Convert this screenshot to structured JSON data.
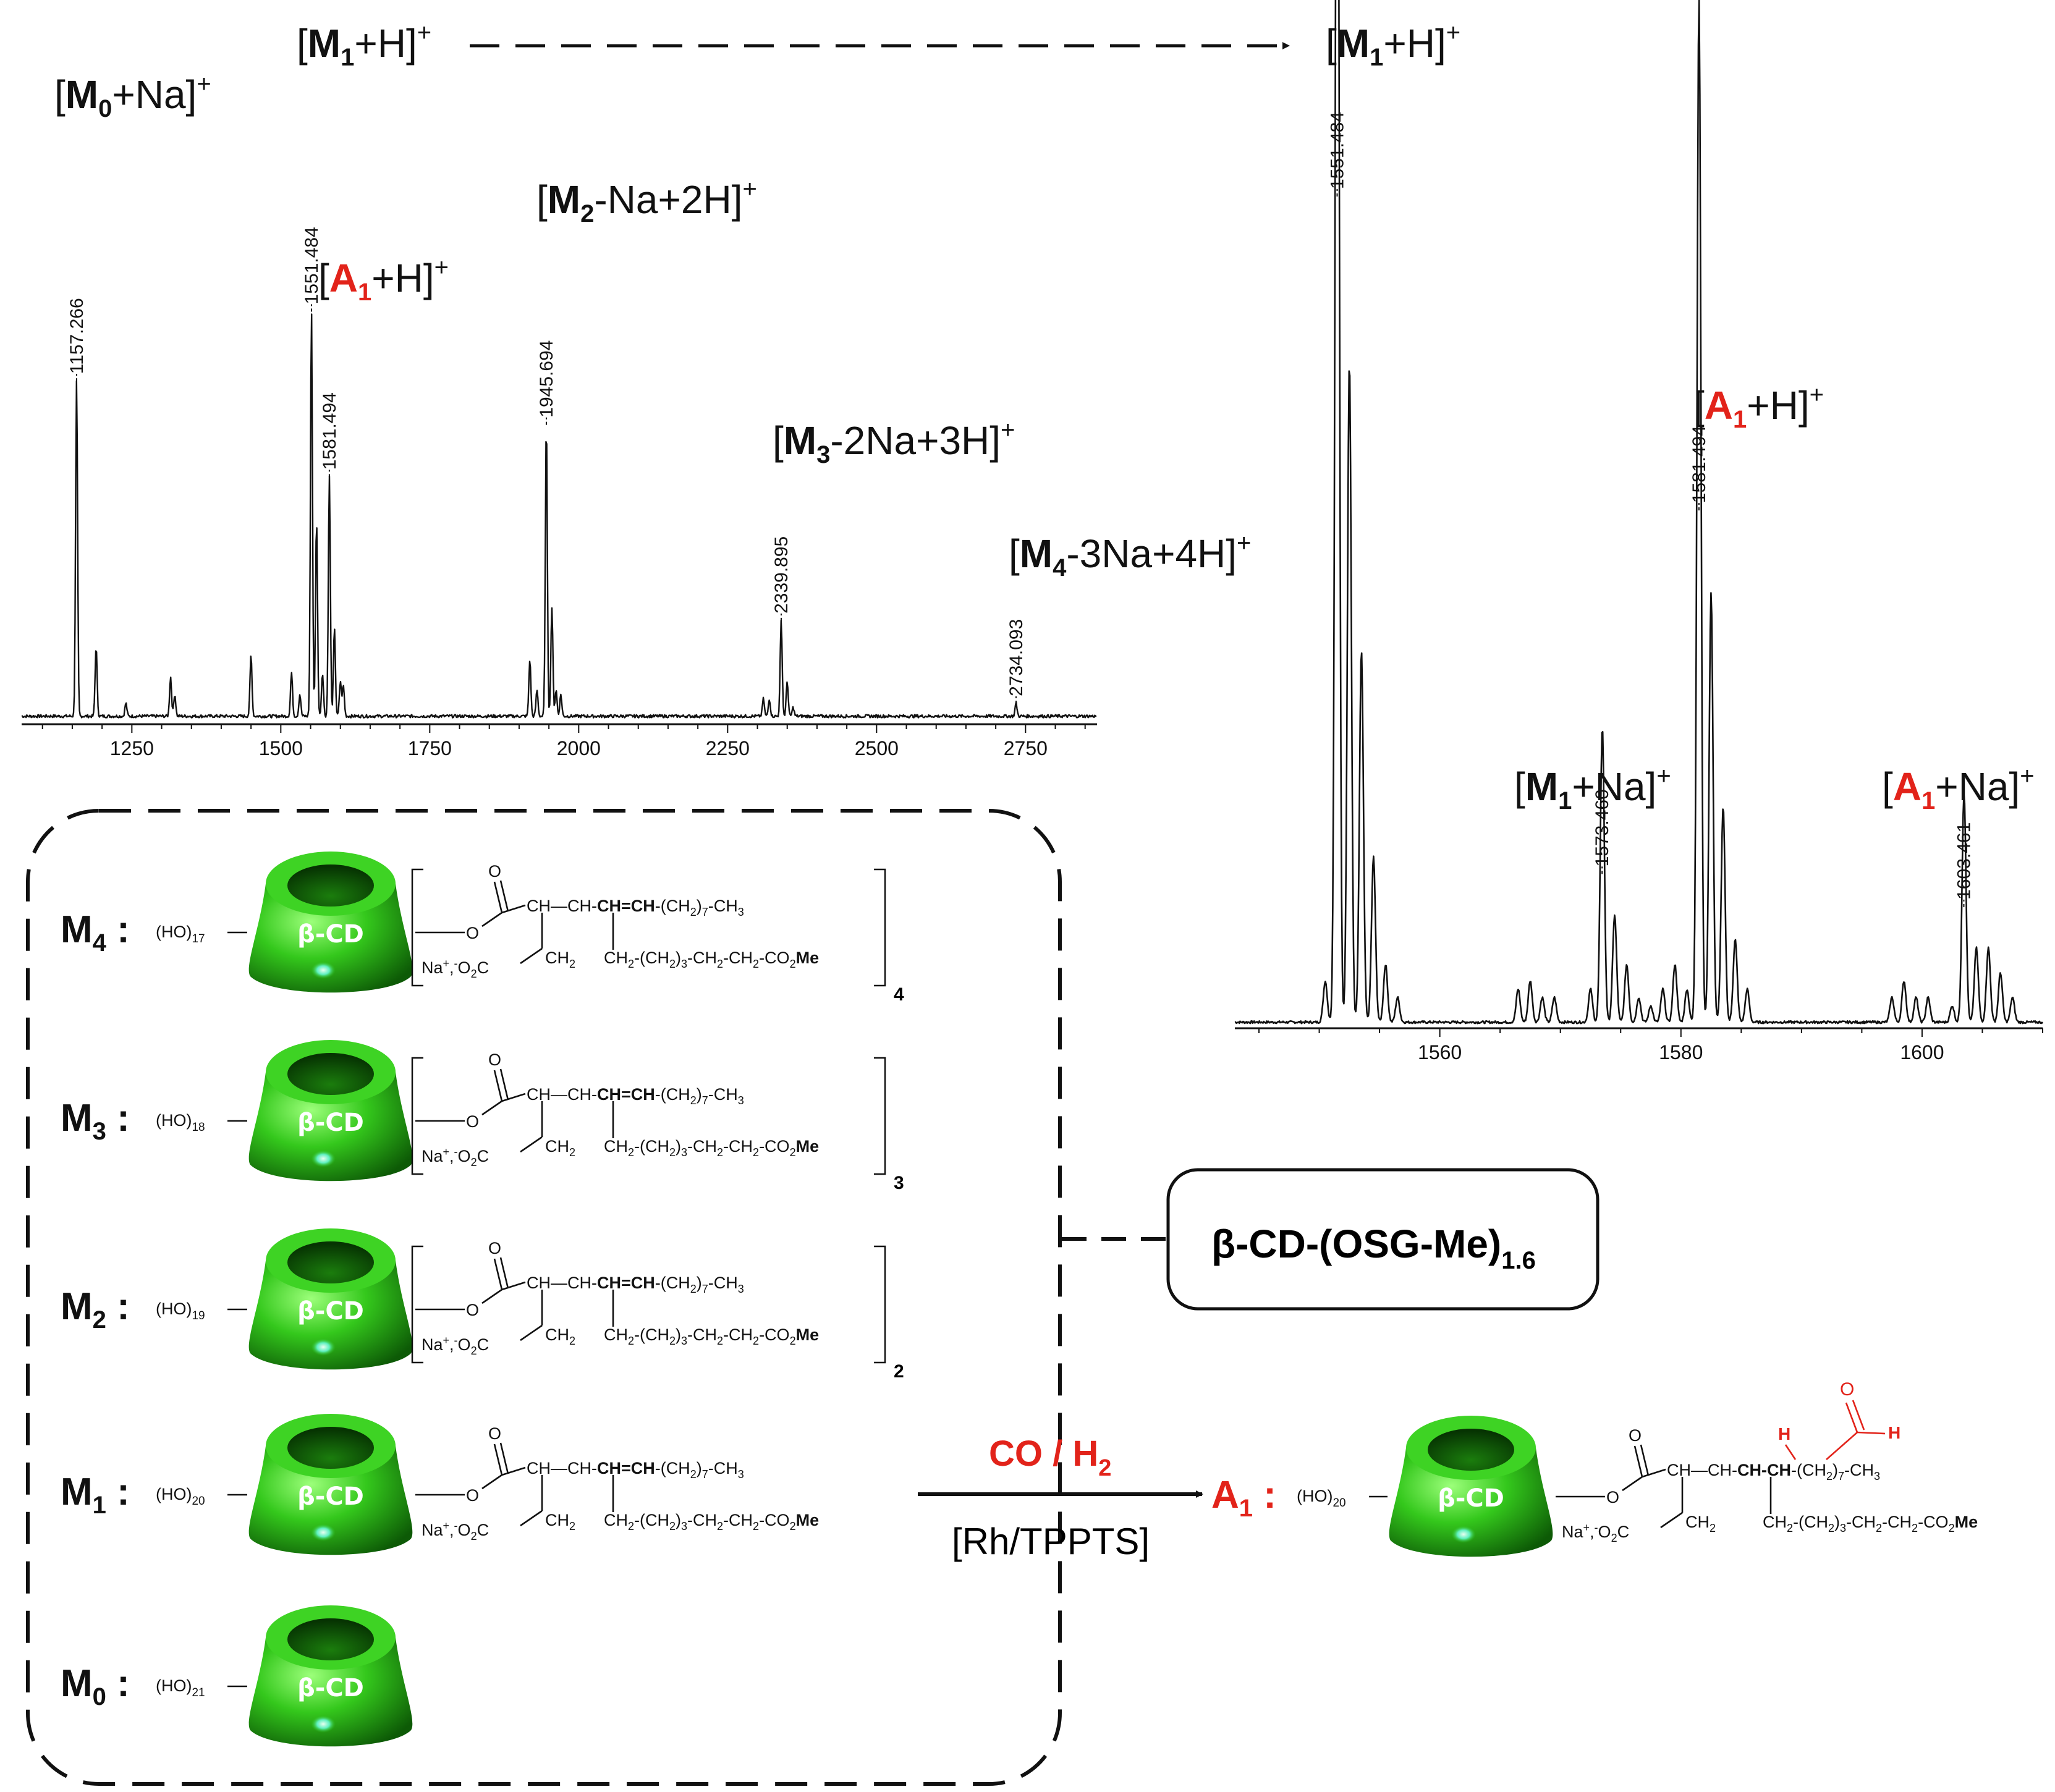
{
  "chart_data": [
    {
      "type": "line",
      "xlim": [
        1065,
        2870
      ],
      "x_ticks": [
        "1250",
        "1500",
        "1750",
        "2000",
        "2250",
        "2500",
        "2750"
      ],
      "peaks": [
        {
          "x": 1157.266,
          "rel": 0.77,
          "label": "1157.266"
        },
        {
          "x": 1551.484,
          "rel": 0.93,
          "label": "1551.484"
        },
        {
          "x": 1581.494,
          "rel": 0.55,
          "label": "1581.494"
        },
        {
          "x": 1945.694,
          "rel": 0.67,
          "label": "1945.694"
        },
        {
          "x": 2339.895,
          "rel": 0.22,
          "label": "2339.895"
        },
        {
          "x": 2734.093,
          "rel": 0.03,
          "label": "2734.093"
        }
      ],
      "minor_peaks": [
        {
          "x": 1190,
          "rel": 0.16
        },
        {
          "x": 1240,
          "rel": 0.03
        },
        {
          "x": 1315,
          "rel": 0.09
        },
        {
          "x": 1322,
          "rel": 0.05
        },
        {
          "x": 1450,
          "rel": 0.14
        },
        {
          "x": 1518,
          "rel": 0.1
        },
        {
          "x": 1532,
          "rel": 0.05
        },
        {
          "x": 1560,
          "rel": 0.45
        },
        {
          "x": 1570,
          "rel": 0.1
        },
        {
          "x": 1590,
          "rel": 0.2
        },
        {
          "x": 1600,
          "rel": 0.08
        },
        {
          "x": 1605,
          "rel": 0.07
        },
        {
          "x": 1918,
          "rel": 0.13
        },
        {
          "x": 1930,
          "rel": 0.06
        },
        {
          "x": 1955,
          "rel": 0.25
        },
        {
          "x": 1962,
          "rel": 0.06
        },
        {
          "x": 1970,
          "rel": 0.05
        },
        {
          "x": 2310,
          "rel": 0.04
        },
        {
          "x": 2320,
          "rel": 0.04
        },
        {
          "x": 2350,
          "rel": 0.08
        },
        {
          "x": 2360,
          "rel": 0.02
        }
      ],
      "annotations": {
        "m0": {
          "pre": "[",
          "bold": "M",
          "sub": "0",
          "post": "+Na]",
          "sup": "+"
        },
        "m1": {
          "pre": "[",
          "bold": "M",
          "sub": "1",
          "post": "+H]",
          "sup": "+"
        },
        "a1": {
          "pre": "[",
          "bold": "A",
          "sub": "1",
          "post": "+H]",
          "sup": "+"
        },
        "m2": {
          "pre": "[",
          "bold": "M",
          "sub": "2",
          "post": "-Na+2H]",
          "sup": "+"
        },
        "m3": {
          "pre": "[",
          "bold": "M",
          "sub": "3",
          "post": "-2Na+3H]",
          "sup": "+"
        },
        "m4": {
          "pre": "[",
          "bold": "M",
          "sub": "4",
          "post": "-3Na+4H]",
          "sup": "+"
        }
      }
    },
    {
      "type": "line",
      "xlim": [
        1543,
        1610
      ],
      "x_ticks": [
        "1560",
        "1580",
        "1600"
      ],
      "peaks": [
        {
          "x": 1551.484,
          "rel": 1.0,
          "label": "1551.484"
        },
        {
          "x": 1573.46,
          "rel": 0.18,
          "label": "1573.460"
        },
        {
          "x": 1581.494,
          "rel": 0.62,
          "label": "1581.494"
        },
        {
          "x": 1603.461,
          "rel": 0.14,
          "label": "1603.461"
        }
      ],
      "isotope_clusters": [
        {
          "start": 1550.5,
          "rels": [
            0.05,
            0.8,
            0.8,
            0.45,
            0.2,
            0.07,
            0.03
          ]
        },
        {
          "start": 1566.5,
          "rels": [
            0.04,
            0.05,
            0.03,
            0.03
          ]
        },
        {
          "start": 1572.5,
          "rels": [
            0.04,
            0.18,
            0.13,
            0.07,
            0.03,
            0.02
          ]
        },
        {
          "start": 1578.5,
          "rels": [
            0.04,
            0.07,
            0.04,
            0.62,
            0.52,
            0.26,
            0.1,
            0.04
          ]
        },
        {
          "start": 1597.5,
          "rels": [
            0.03,
            0.05,
            0.03,
            0.03
          ]
        },
        {
          "start": 1602.5,
          "rels": [
            0.02,
            0.14,
            0.09,
            0.09,
            0.06,
            0.03
          ]
        }
      ],
      "annotations": {
        "m1": {
          "pre": "[",
          "bold": "M",
          "sub": "1",
          "post": "+H]",
          "sup": "+"
        },
        "a1": {
          "pre": "[",
          "bold": "A",
          "sub": "1",
          "post": "+H]",
          "sup": "+"
        },
        "m1na": {
          "pre": "[",
          "bold": "M",
          "sub": "1",
          "post": "+Na]",
          "sup": "+"
        },
        "a1na": {
          "pre": "[",
          "bold": "A",
          "sub": "1",
          "post": "+Na]",
          "sup": "+"
        }
      }
    }
  ],
  "diagram": {
    "cd_label": "β-CD",
    "species": [
      {
        "letter": "M",
        "sub": "4",
        "colon": ":",
        "hydroxyl": "(HO)",
        "count": "17",
        "n": "4"
      },
      {
        "letter": "M",
        "sub": "3",
        "colon": ":",
        "hydroxyl": "(HO)",
        "count": "18",
        "n": "3"
      },
      {
        "letter": "M",
        "sub": "2",
        "colon": ":",
        "hydroxyl": "(HO)",
        "count": "19",
        "n": "2"
      },
      {
        "letter": "M",
        "sub": "1",
        "colon": ":",
        "hydroxyl": "(HO)",
        "count": "20",
        "n": ""
      },
      {
        "letter": "M",
        "sub": "0",
        "colon": ":",
        "hydroxyl": "(HO)",
        "count": "21",
        "n": ""
      }
    ],
    "chain": {
      "o": "O",
      "ch": "CH",
      "ch_dash": "CH-",
      "double_bond": "CH=CH",
      "tail": "-(CH",
      "tail_sub": "2",
      "tail_end": ")",
      "tail_n": "7",
      "tail_ch3": "-CH",
      "ch3_sub": "3",
      "na": "Na",
      "plus": "+",
      "minus_o": ",",
      "minus": "-",
      "o2c": "O",
      "o2c_sub": "2",
      "o2c_c": "C",
      "ch2": "CH",
      "ch2_sub": "2",
      "lower": "CH",
      "lower_sub": "2",
      "lower_mid": "-(CH",
      "lower_mid_sub": "2",
      "lower_mid_end": ")",
      "lower_n": "3",
      "lower_rest": "-CH",
      "lower_rest_sub": "2",
      "lower_rest2": "-CH",
      "lower_rest2_sub": "2",
      "co2": "-CO",
      "co2_sub": "2",
      "me": "Me"
    },
    "product": {
      "letter": "A",
      "sub": "1",
      "colon": ":",
      "h": "H",
      "o": "O",
      "chch": "CH-CH"
    },
    "mixture_label": {
      "main": "β-CD-(OSG-Me)",
      "sub": "1.6"
    },
    "reaction": {
      "top_main": "CO / H",
      "top_sub": "2",
      "bottom": "[Rh/TPPTS]"
    },
    "colors": {
      "cd_green": "#2fc41a",
      "red": "#e2231a"
    }
  }
}
